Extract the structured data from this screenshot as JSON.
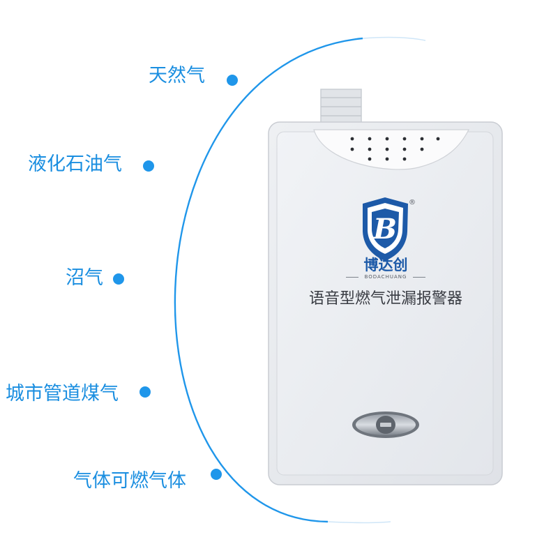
{
  "gas_types": [
    "天然气",
    "液化石油气",
    "沼气",
    "城市管道煤气",
    "气体可燃气体"
  ],
  "device": {
    "brand_cn": "博达创",
    "brand_en": "BODACHUANG",
    "registered_mark": "®",
    "logo_letter": "B",
    "product_name": "语音型燃气泄漏报警器"
  },
  "colors": {
    "accent_blue": "#1f96ea",
    "label_blue": "#1a8ee0",
    "device_body": "#e6e8ec",
    "logo_blue": "#1d5aa8",
    "text_gray": "#3a3d44"
  }
}
